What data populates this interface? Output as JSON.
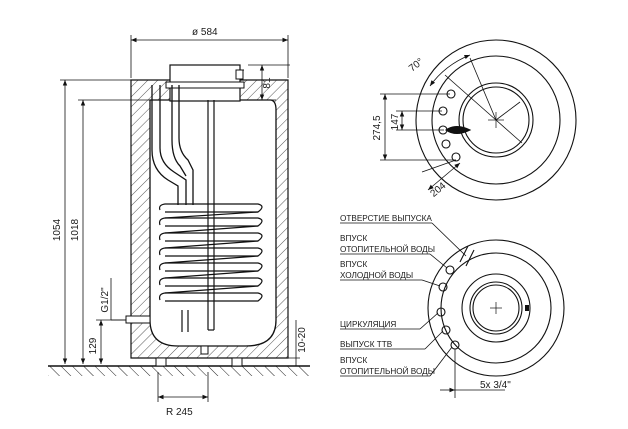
{
  "dimensions": {
    "diameter": "ø 584",
    "height_total": "1054",
    "height_inner": "1018",
    "top_height": "81",
    "bottom_fitting": "129",
    "thread": "G1/2\"",
    "feet": "10-20",
    "radius": "R 245",
    "angle": "70°",
    "outer_height": "274,5",
    "inner_height": "147",
    "spacing": "204",
    "connections": "5x 3/4\""
  },
  "labels": {
    "outlet": "ОТВЕРСТИЕ ВЫПУСКА",
    "heating_in_1": "ВПУСК",
    "heating_in_2": "ОТОПИТЕЛЬНОЙ ВОДЫ",
    "cold_in_1": "ВПУСК",
    "cold_in_2": "ХОЛОДНОЙ ВОДЫ",
    "circulation": "ЦИРКУЛЯЦИЯ",
    "hot_out": "ВЫПУСК ТТВ",
    "heating_in2_1": "ВПУСК",
    "heating_in2_2": "ОТОПИТЕЛЬНОЙ ВОДЫ"
  }
}
